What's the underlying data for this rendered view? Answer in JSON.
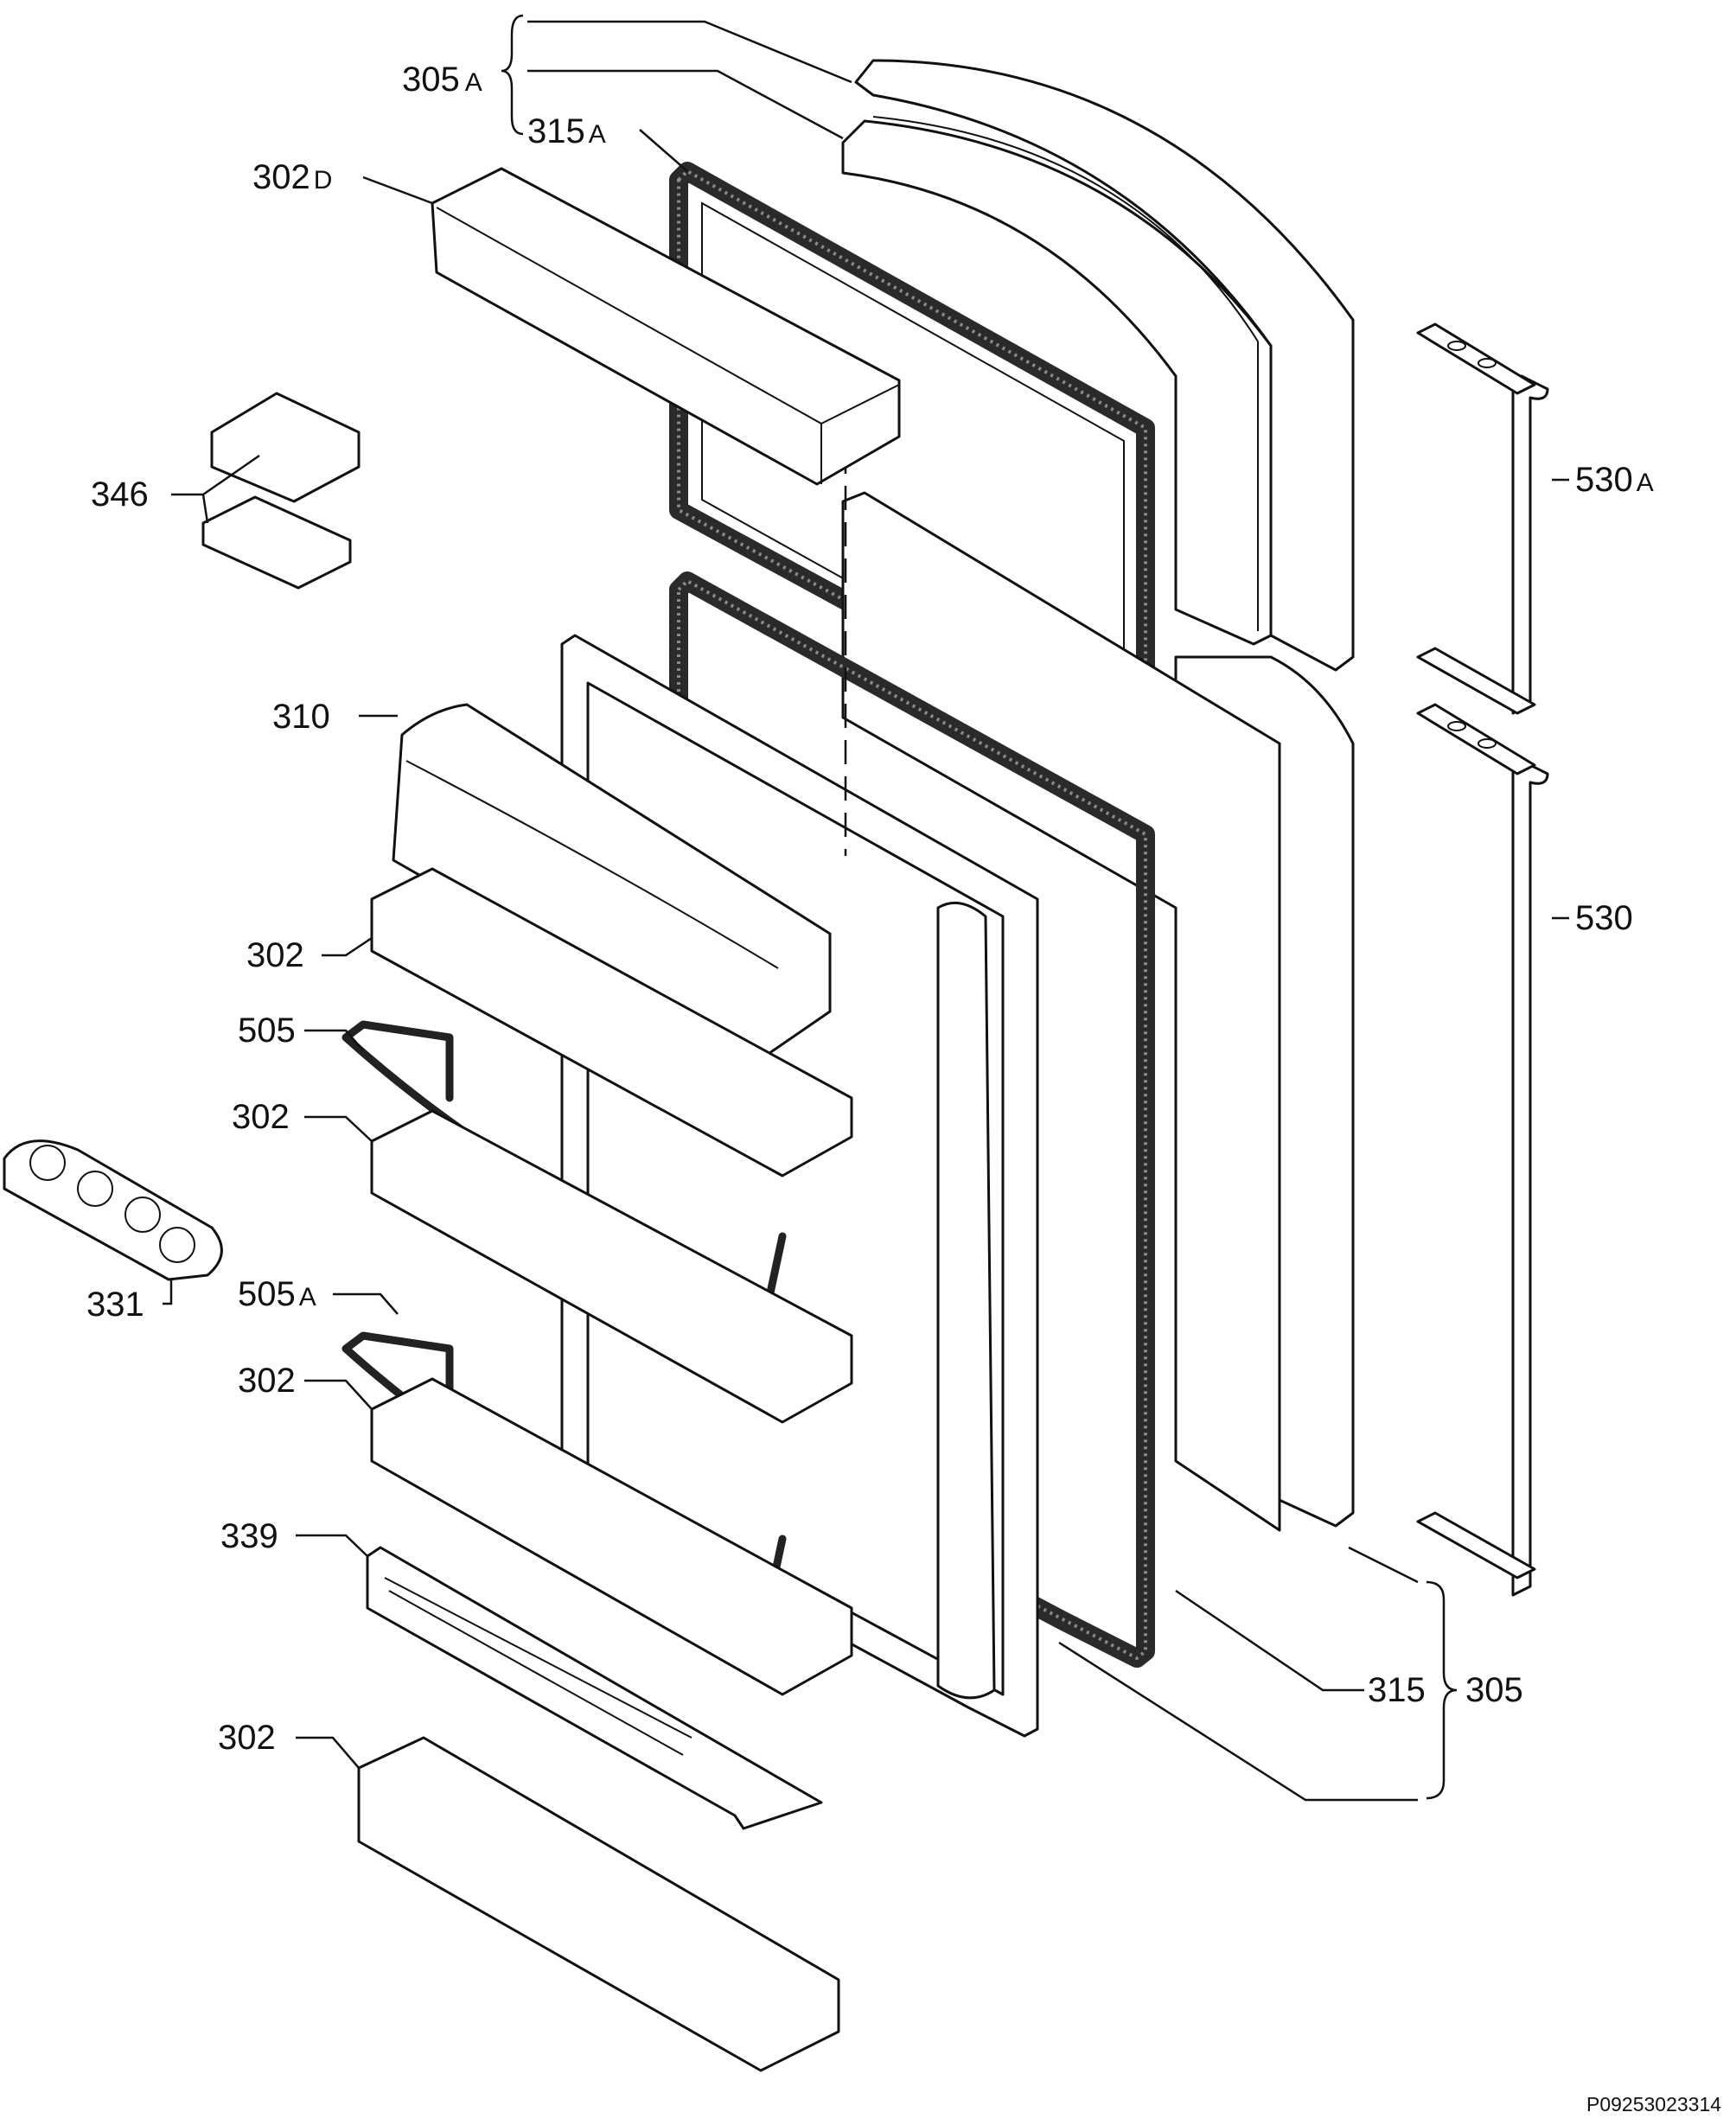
{
  "diagram": {
    "document_code": "P09253023314",
    "callouts": [
      {
        "id": "305A",
        "number": "305",
        "suffix": "A"
      },
      {
        "id": "315A",
        "number": "315",
        "suffix": "A"
      },
      {
        "id": "302D",
        "number": "302",
        "suffix": "D"
      },
      {
        "id": "346",
        "number": "346",
        "suffix": ""
      },
      {
        "id": "530A",
        "number": "530",
        "suffix": "A"
      },
      {
        "id": "310",
        "number": "310",
        "suffix": ""
      },
      {
        "id": "530",
        "number": "530",
        "suffix": ""
      },
      {
        "id": "302-a",
        "number": "302",
        "suffix": ""
      },
      {
        "id": "505",
        "number": "505",
        "suffix": ""
      },
      {
        "id": "302-b",
        "number": "302",
        "suffix": ""
      },
      {
        "id": "331",
        "number": "331",
        "suffix": ""
      },
      {
        "id": "505A",
        "number": "505",
        "suffix": "A"
      },
      {
        "id": "302-c",
        "number": "302",
        "suffix": ""
      },
      {
        "id": "339",
        "number": "339",
        "suffix": ""
      },
      {
        "id": "315",
        "number": "315",
        "suffix": ""
      },
      {
        "id": "305",
        "number": "305",
        "suffix": ""
      },
      {
        "id": "302-d",
        "number": "302",
        "suffix": ""
      }
    ]
  }
}
